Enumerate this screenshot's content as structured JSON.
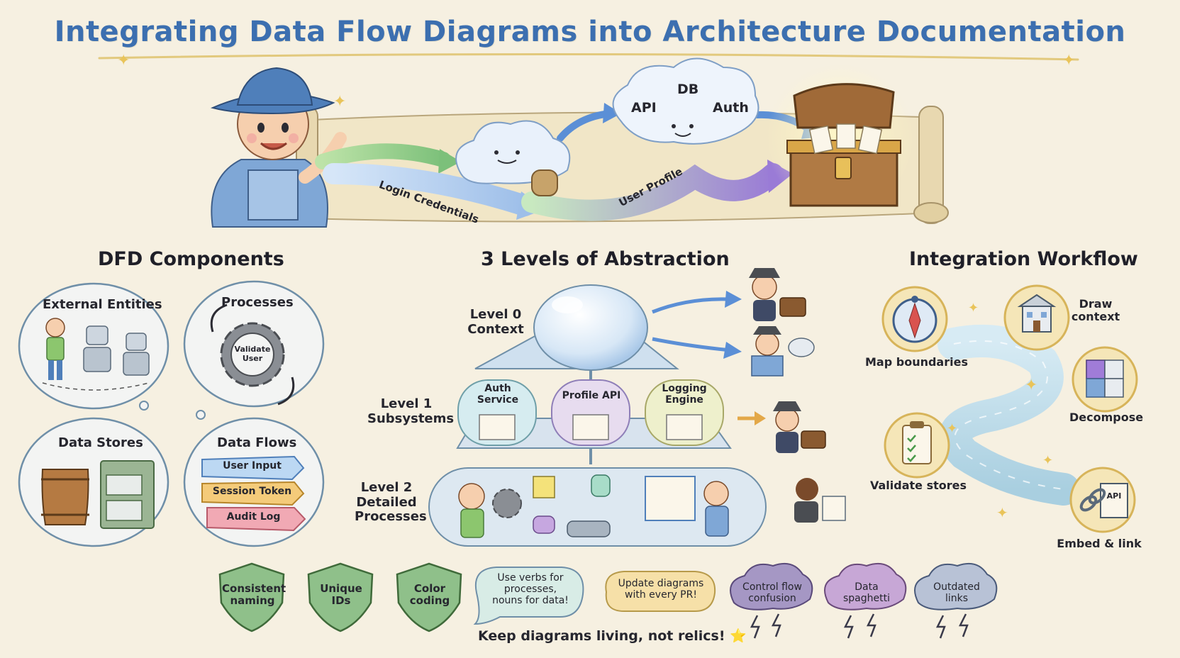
{
  "title": "Integrating Data Flow Diagrams into Architecture Documentation",
  "banner": {
    "cloud_labels": [
      "API",
      "DB",
      "Auth"
    ],
    "flow_labels": [
      "Login Credentials",
      "User Profile"
    ]
  },
  "dfd_components": {
    "heading": "DFD Components",
    "external_entities": "External Entities",
    "processes": "Processes",
    "gear_label": "Validate\nUser",
    "data_stores": "Data Stores",
    "data_flows": "Data Flows",
    "flow_ribbons": [
      "User Input",
      "Session Token",
      "Audit Log"
    ]
  },
  "abstraction": {
    "heading": "3 Levels of Abstraction",
    "level0": "Level 0\nContext",
    "level1": "Level 1\nSubsystems",
    "level2": "Level 2\nDetailed\nProcesses",
    "subsystems": [
      "Auth\nService",
      "Profile API",
      "Logging\nEngine"
    ]
  },
  "workflow": {
    "heading": "Integration Workflow",
    "steps": [
      "Map boundaries",
      "Draw\ncontext",
      "Decompose",
      "Validate stores",
      "Embed & link"
    ],
    "api_badge": "API"
  },
  "tips": {
    "shields": [
      "Consistent\nnaming",
      "Unique\nIDs",
      "Color\ncoding"
    ],
    "bubbles": [
      "Use verbs for\nprocesses,\nnouns for data!",
      "Update diagrams\nwith every PR!"
    ],
    "pitfalls": [
      "Control flow\nconfusion",
      "Data\nspaghetti",
      "Outdated\nlinks"
    ],
    "footer": "Keep diagrams living, not relics! ⭐"
  },
  "colors": {
    "background": "#f6f0e1",
    "title": "#3c6fb0",
    "arrow_blue": "#5b8fd6",
    "arrow_green": "#7cc07a",
    "arrow_purple": "#a07cd8",
    "shield_green": "#8fc08a",
    "storm_purple": "#a597c4"
  }
}
